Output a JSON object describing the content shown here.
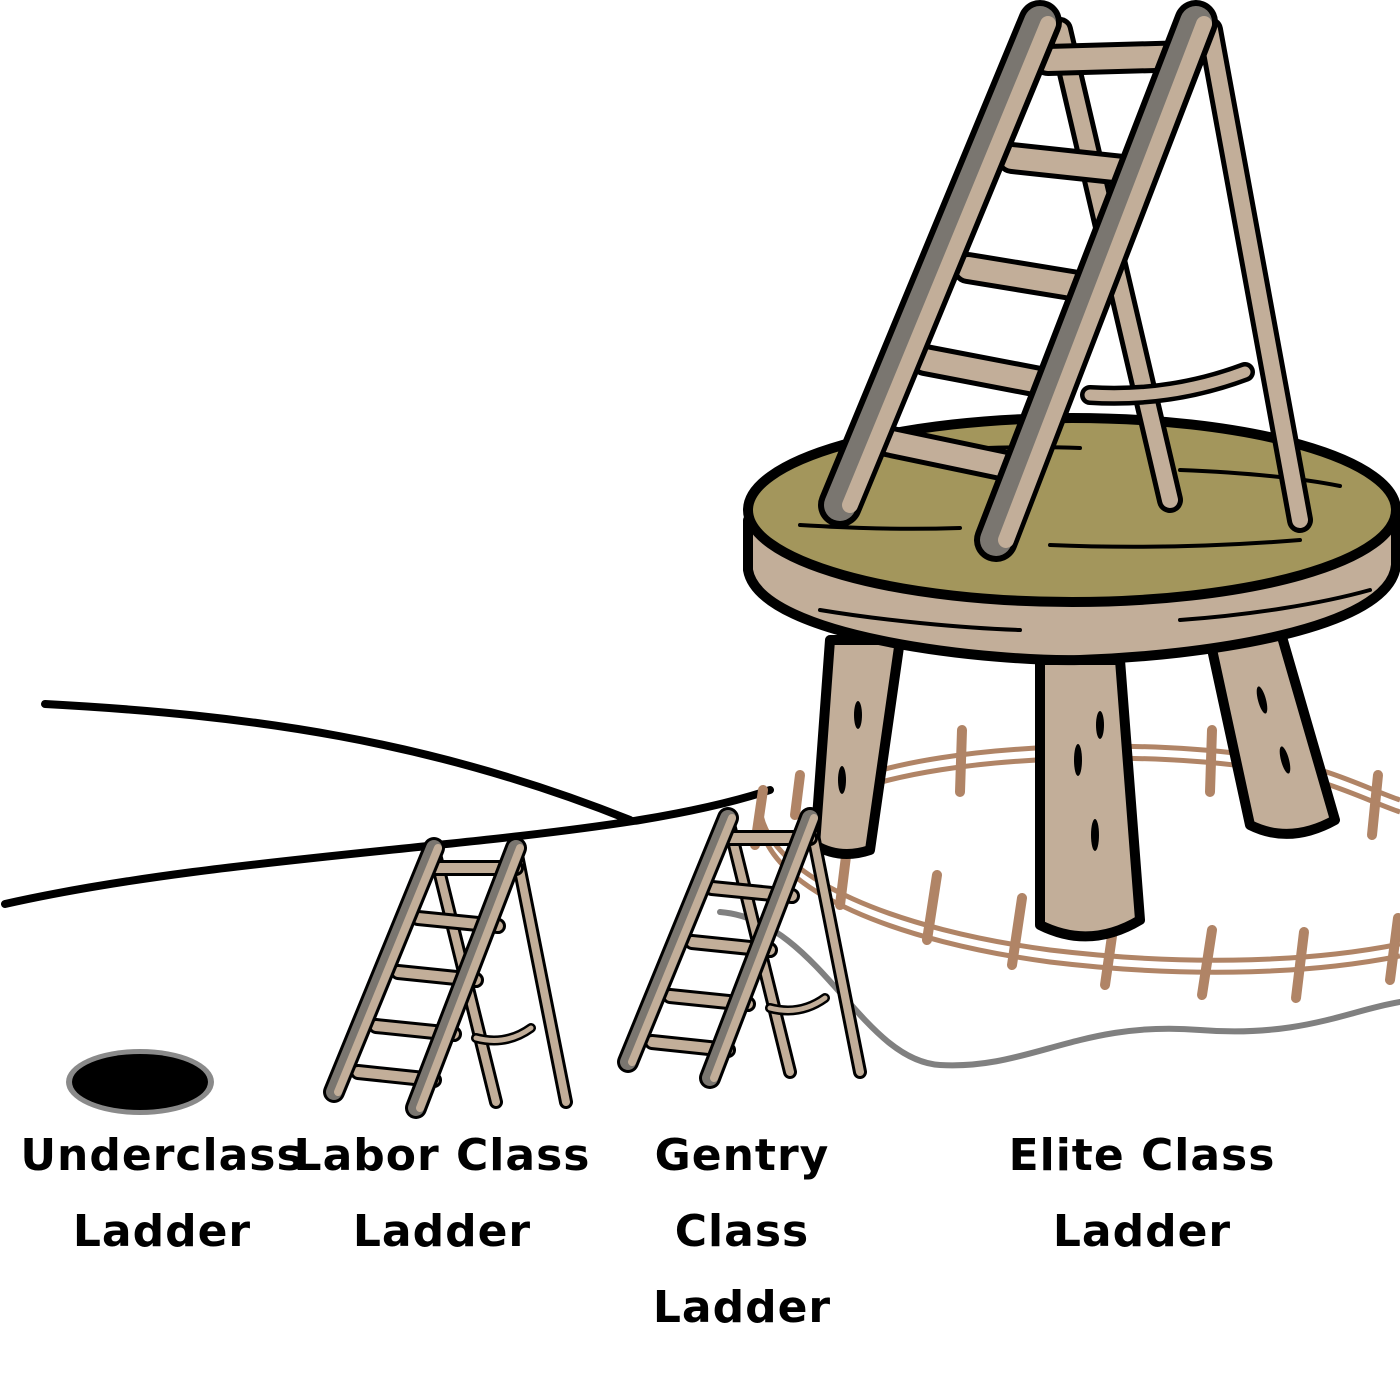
{
  "colors": {
    "wood": "#c2ae99",
    "wood_shadow": "#7a7670",
    "platform_top": "#a3965c",
    "fence": "#b08466",
    "hole": "#000000",
    "hole_rim": "#8a8a8a",
    "ground_line": "#000000",
    "ground_line_secondary": "#808080"
  },
  "labels": [
    {
      "line1": "Underclass",
      "line2": "Ladder"
    },
    {
      "line1": "Labor Class",
      "line2": "Ladder"
    },
    {
      "line1": "Gentry Class",
      "line2": "Ladder"
    },
    {
      "line1": "Elite Class",
      "line2": "Ladder"
    }
  ],
  "elements": {
    "underclass": "hole-icon",
    "labor": "small-ladder-icon",
    "gentry": "small-ladder-icon",
    "elite": "tall-ladder-on-stool-icon",
    "enclosure": "fence-icon"
  }
}
